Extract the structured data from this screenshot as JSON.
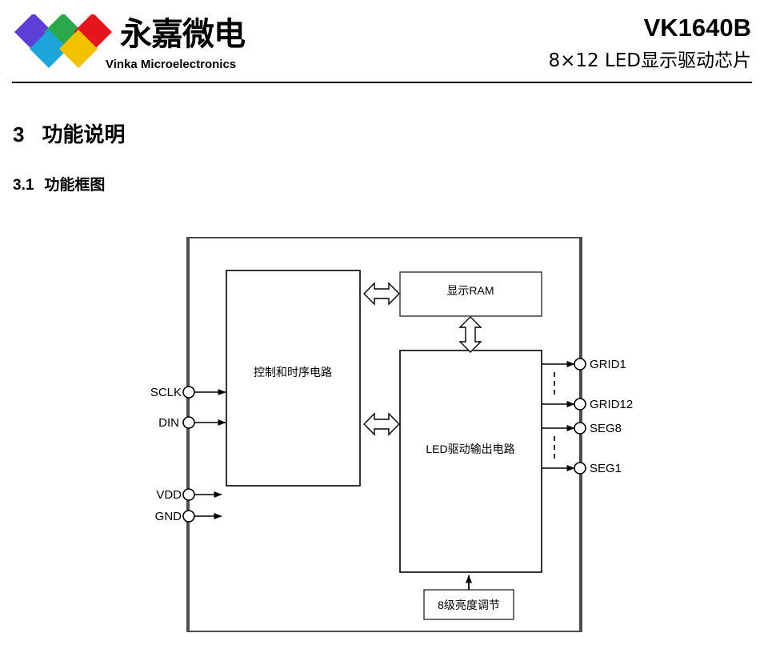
{
  "header": {
    "logo": {
      "wordmark": "永嘉微电",
      "subtext": "Vinka Microelectronics",
      "diamonds": [
        {
          "name": "diamond-purple",
          "color": "#5B3FD6"
        },
        {
          "name": "diamond-green",
          "color": "#2BA84A"
        },
        {
          "name": "diamond-red",
          "color": "#E3161C"
        },
        {
          "name": "diamond-cyan",
          "color": "#1BA5D8"
        },
        {
          "name": "diamond-yellow",
          "color": "#F2C200"
        }
      ]
    },
    "title": "VK1640B",
    "subtitle": "8×12 LED显示驱动芯片"
  },
  "section": {
    "number": "3",
    "title": "功能说明"
  },
  "subsection": {
    "number": "3.1",
    "title": "功能框图"
  },
  "diagram": {
    "blocks": [
      {
        "id": "control",
        "label": "控制和时序电路"
      },
      {
        "id": "ram",
        "label": "显示RAM"
      },
      {
        "id": "led_driver",
        "label": "LED驱动输出电路"
      },
      {
        "id": "brightness",
        "label": "8级亮度调节"
      }
    ],
    "input_pins": [
      {
        "id": "sclk",
        "label": "SCLK"
      },
      {
        "id": "din",
        "label": "DIN"
      },
      {
        "id": "vdd",
        "label": "VDD"
      },
      {
        "id": "gnd",
        "label": "GND"
      }
    ],
    "output_pins": [
      {
        "id": "grid1",
        "label": "GRID1"
      },
      {
        "id": "grid12",
        "label": "GRID12"
      },
      {
        "id": "seg8",
        "label": "SEG8"
      },
      {
        "id": "seg1",
        "label": "SEG1"
      }
    ]
  }
}
